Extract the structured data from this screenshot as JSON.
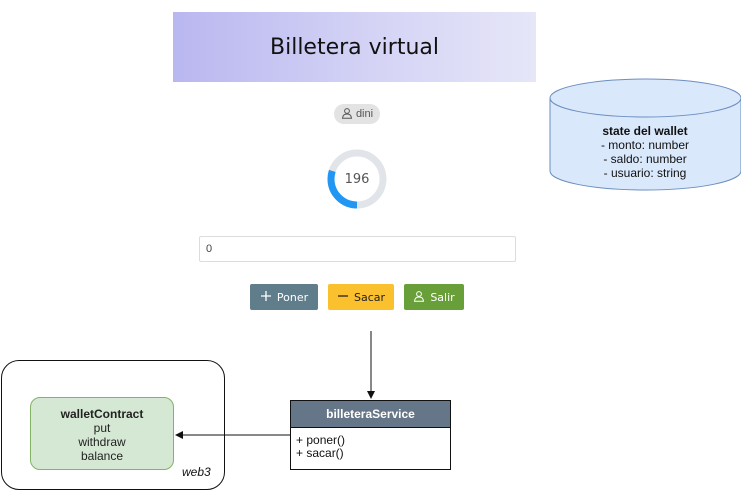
{
  "header": {
    "title": "Billetera virtual"
  },
  "user": {
    "name": "dini",
    "icon": "user-icon"
  },
  "gauge": {
    "value": "196",
    "fraction": 0.3,
    "track_color": "#e1e4e8",
    "fill_color": "#2196f3"
  },
  "amount_input": {
    "value": "0"
  },
  "buttons": {
    "poner": {
      "label": "Poner",
      "icon": "plus-icon",
      "color": "#607d8b"
    },
    "sacar": {
      "label": "Sacar",
      "icon": "minus-icon",
      "color": "#fbc02d"
    },
    "salir": {
      "label": "Salir",
      "icon": "user-icon",
      "color": "#689f38"
    }
  },
  "wallet_state": {
    "title": "state del wallet",
    "lines": [
      "- monto: number",
      "- saldo: number",
      "- usuario: string"
    ],
    "fill": "#dae8fc",
    "stroke": "#6c8ebf"
  },
  "web3": {
    "label": "web3",
    "contract": {
      "title": "walletContract",
      "methods": [
        "put",
        "withdraw",
        "balance"
      ],
      "fill": "#d5e8d4",
      "stroke": "#82b366"
    }
  },
  "service": {
    "title": "billeteraService",
    "methods": [
      "+ poner()",
      "+ sacar()"
    ],
    "header_color": "#647687"
  }
}
